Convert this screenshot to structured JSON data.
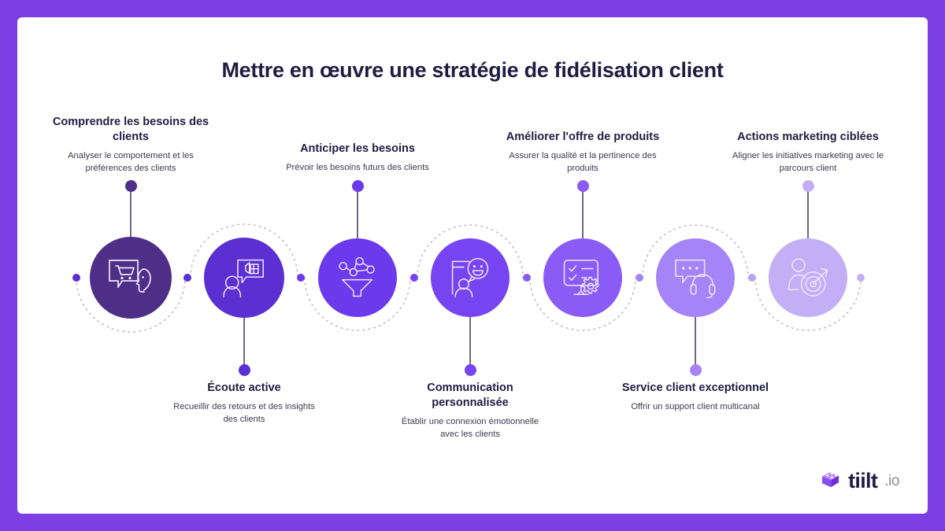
{
  "page": {
    "background_color": "#7B3FE4",
    "card_color": "#FFFFFF",
    "title": "Mettre en œuvre une stratégie de fidélisation client"
  },
  "logo": {
    "icon": "brick-logo-icon",
    "brand": "tiilt",
    "tld": ".io",
    "brand_color": "#201C42",
    "tld_color": "#8C8AA0",
    "mark_color": "#8B4DF0"
  },
  "diagram": {
    "type": "timeline-process",
    "arc_style": "dotted",
    "arc_color": "#B9B6C9",
    "stem_color": "#6E6A86",
    "steps": [
      {
        "index": 1,
        "title": "Comprendre les besoins des clients",
        "description": "Analyser le comportement et les préférences des clients",
        "icon": "cart-speech-bubble-profile-icon",
        "color": "#4D2F87",
        "position": "top"
      },
      {
        "index": 2,
        "title": "Écoute active",
        "description": "Recueillir des retours et des insights des clients",
        "icon": "person-feedback-bubble-icon",
        "color": "#5B2FD1",
        "position": "bottom"
      },
      {
        "index": 3,
        "title": "Anticiper les besoins",
        "description": "Prévoir les besoins futurs des clients",
        "icon": "network-funnel-icon",
        "color": "#6A3AEC",
        "position": "top"
      },
      {
        "index": 4,
        "title": "Communication personnalisée",
        "description": "Établir une connexion émotionnelle avec les clients",
        "icon": "person-smiley-bubble-icon",
        "color": "#7744F2",
        "position": "bottom"
      },
      {
        "index": 5,
        "title": "Améliorer l'offre de produits",
        "description": "Assurer la qualité et la pertinence des produits",
        "icon": "checklist-gear-icon",
        "color": "#8A5CF5",
        "position": "top"
      },
      {
        "index": 6,
        "title": "Service client exceptionnel",
        "description": "Offrir un support client multicanal",
        "icon": "chat-headset-icon",
        "color": "#A484F7",
        "position": "bottom"
      },
      {
        "index": 7,
        "title": "Actions marketing ciblées",
        "description": "Aligner les initiatives marketing avec le parcours client",
        "icon": "person-target-dart-icon",
        "color": "#C4AEF5",
        "position": "top"
      }
    ]
  }
}
